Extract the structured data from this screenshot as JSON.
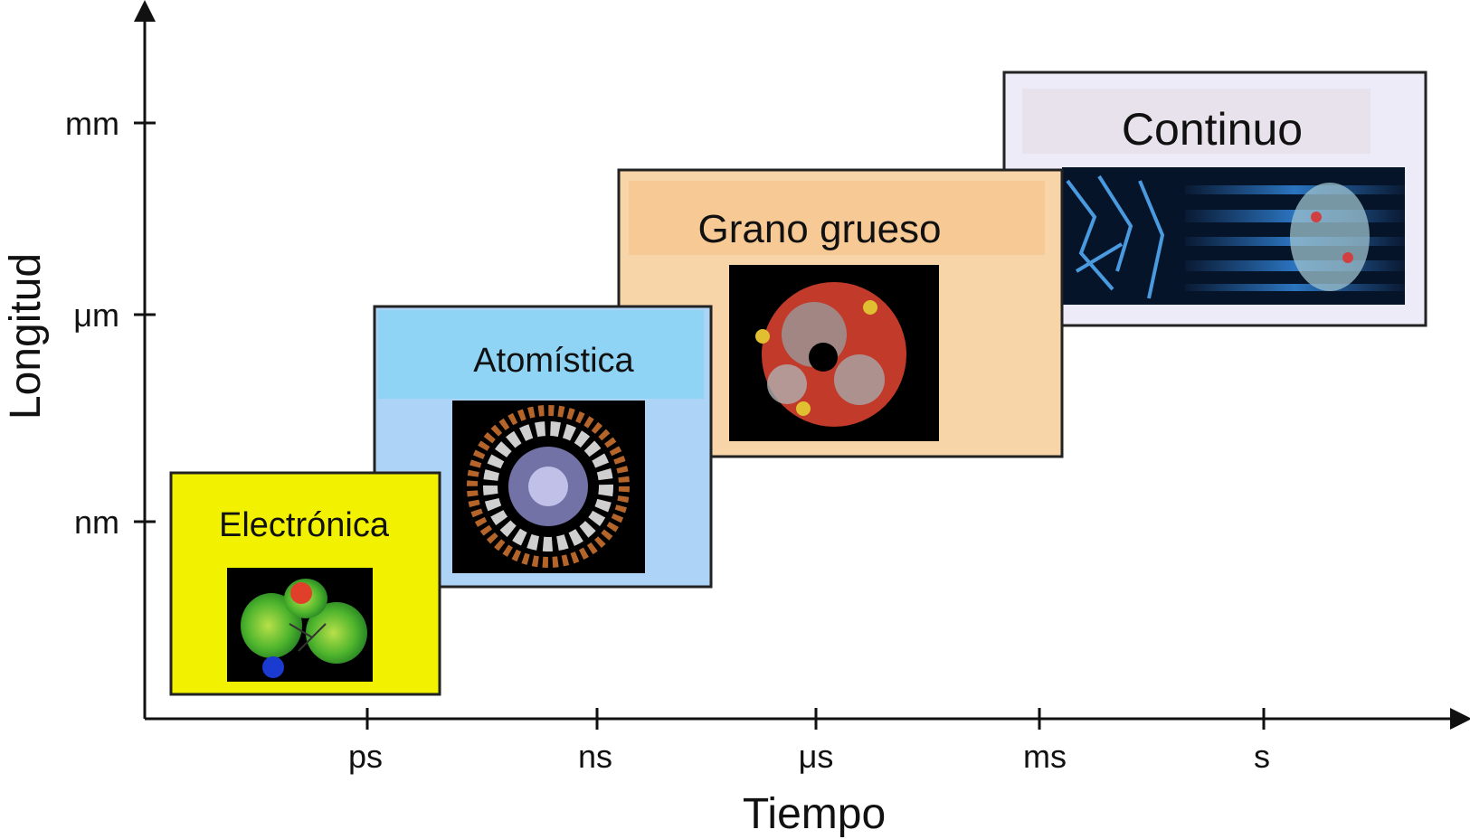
{
  "axes": {
    "x_title": "Tiempo",
    "y_title": "Longitud",
    "x_ticks": [
      "ps",
      "ns",
      "μs",
      "ms",
      "s"
    ],
    "y_ticks": [
      "mm",
      "μm",
      "nm"
    ]
  },
  "boxes": [
    {
      "id": "electronica",
      "title": "Electrónica",
      "fill": "#f2f200",
      "band": "#f2f200",
      "image": "electrostatic-potential-surface-molecule"
    },
    {
      "id": "atomistica",
      "title": "Atomística",
      "fill": "#add4f7",
      "band": "#8fd4f5",
      "image": "atomistic-ring-molecular-structure"
    },
    {
      "id": "grano-grueso",
      "title": "Grano grueso",
      "fill": "#f8d5a8",
      "band": "#f6c995",
      "image": "coarse-grained-protein-spheres"
    },
    {
      "id": "continuo",
      "title": "Continuo",
      "fill": "#ecebf7",
      "band": "#e7e2ec",
      "image": "continuum-blue-ribbon-structure"
    }
  ],
  "colors": {
    "axis": "#111111",
    "electronica": "#f2f200",
    "atomistica": "#add4f7",
    "grano_grueso": "#f8d5a8",
    "continuo": "#ecebf7"
  }
}
